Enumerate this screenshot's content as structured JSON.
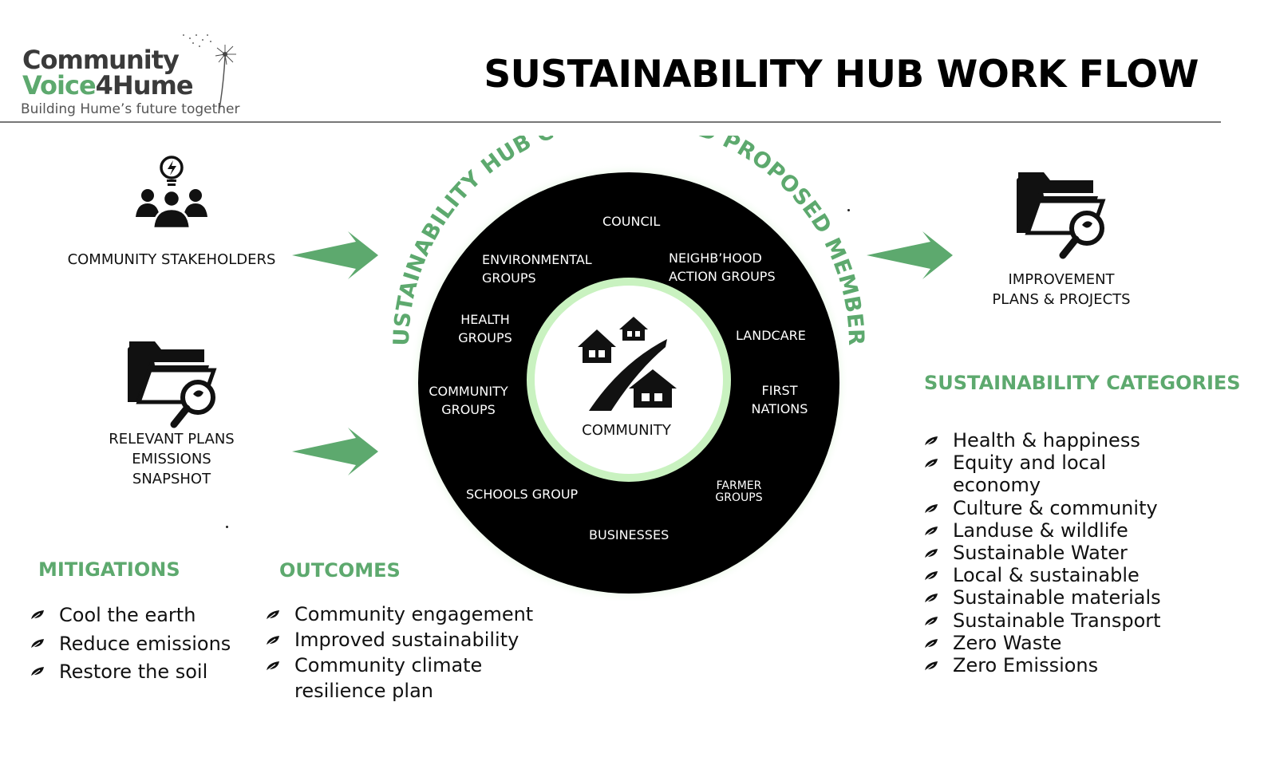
{
  "logo": {
    "line1": "Community",
    "line2_green": "Voice",
    "line2_dark": "4Hume",
    "tagline": "Building Hume’s future together"
  },
  "title": "SUSTAINABILITY HUB WORK FLOW",
  "colors": {
    "accent_green": "#5da96e",
    "ring_black": "#000000",
    "glow": "#c9f2c0"
  },
  "left": {
    "stakeholders_label": "COMMUNITY STAKEHOLDERS",
    "plans_label": [
      "RELEVANT PLANS",
      "EMISSIONS",
      "SNAPSHOT"
    ],
    "stakeholders_icon": "people-with-lightbulb-icon",
    "plans_icon": "folder-search-icon"
  },
  "hub": {
    "arc_title": "SUSTAINABILITY HUB CURRENT AND PROPOSED MEMBERS",
    "center_label": "COMMUNITY",
    "center_icon": "houses-road-icon",
    "members": {
      "council": "COUNCIL",
      "environmental": [
        "ENVIRONMENTAL",
        "GROUPS"
      ],
      "neighbourhood": [
        "NEIGHB’HOOD",
        "ACTION GROUPS"
      ],
      "health": [
        "HEALTH",
        "GROUPS"
      ],
      "landcare": "LANDCARE",
      "community_groups": [
        "COMMUNITY",
        "GROUPS"
      ],
      "first_nations": [
        "FIRST",
        "NATIONS"
      ],
      "schools": "SCHOOLS GROUP",
      "farmer": [
        "FARMER",
        "GROUPS"
      ],
      "businesses": "BUSINESSES"
    }
  },
  "right": {
    "improvement_label": [
      "IMPROVEMENT",
      "PLANS & PROJECTS"
    ],
    "improvement_icon": "folder-search-icon",
    "categories_heading": "SUSTAINABILITY CATEGORIES",
    "categories": [
      "Health & happiness",
      "Equity and local",
      "economy",
      "Culture & community",
      "Landuse & wildlife",
      "Sustainable Water",
      "Local & sustainable",
      "Sustainable materials",
      "Sustainable Transport",
      "Zero Waste",
      "Zero Emissions"
    ]
  },
  "mitigations": {
    "heading": "MITIGATIONS",
    "items": [
      "Cool the earth",
      "Reduce emissions",
      "Restore the soil"
    ]
  },
  "outcomes": {
    "heading": "OUTCOMES",
    "items": [
      "Community engagement",
      "Improved sustainability",
      "Community climate",
      "resilience plan"
    ]
  },
  "bullet_icon": "leaf-bullet-icon"
}
